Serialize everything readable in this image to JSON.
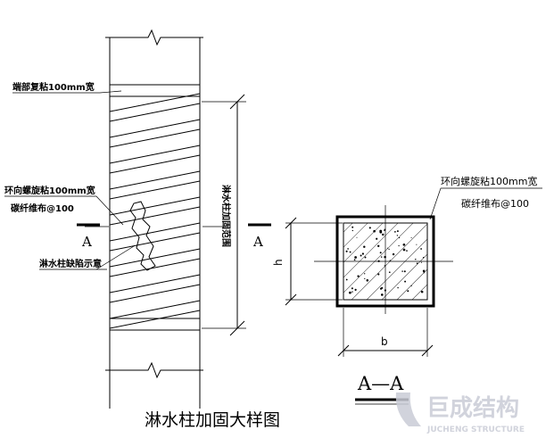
{
  "elevation": {
    "end_wrap_note": "端部复粘100mm宽",
    "spiral_note_line1": "环向螺旋粘100mm宽",
    "spiral_note_line2": "碳纤维布@100",
    "defect_note": "淋水柱缺陷示意",
    "range_label": "淋水柱加固范围",
    "section_mark": "A"
  },
  "section": {
    "note_line1": "环向螺旋粘100mm宽",
    "note_line2": "碳纤维布@100",
    "height_label": "h",
    "width_label": "b",
    "section_title": "A—A"
  },
  "title": "淋水柱加固大样图",
  "watermark": {
    "brand_cn": "巨成结构",
    "brand_en": "JUCHENG STRUCTURE"
  },
  "colors": {
    "line": "#000000",
    "watermark": "#c9ccd6"
  }
}
